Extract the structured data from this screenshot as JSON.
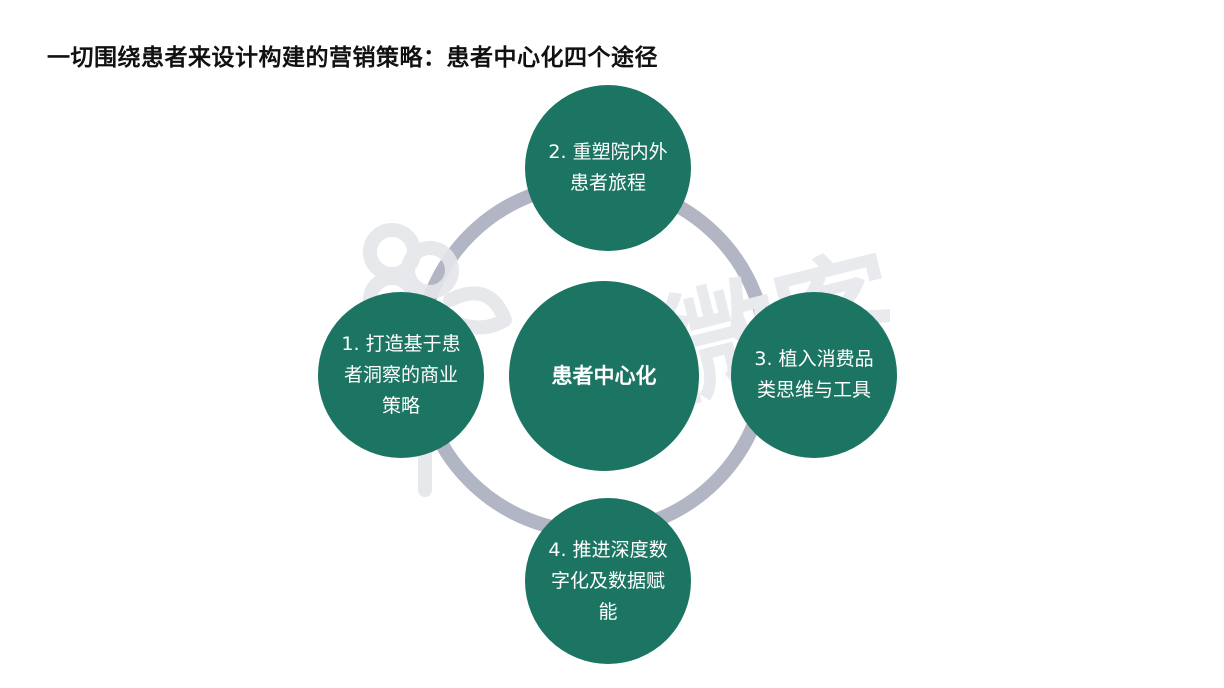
{
  "slide": {
    "title": "一切围绕患者来设计构建的营销策略：患者中心化四个途径"
  },
  "diagram": {
    "center": {
      "label": "患者中心化"
    },
    "nodes": [
      {
        "id": "top",
        "label": "2. 重塑院内外患者旅程"
      },
      {
        "id": "left",
        "label": "1. 打造基于患者洞察的商业策略"
      },
      {
        "id": "right",
        "label": "3. 植入消费品类思维与工具"
      },
      {
        "id": "bottom",
        "label": "4. 推进深度数字化及数据赋能"
      }
    ]
  },
  "watermark": {
    "text": "医微客"
  },
  "colors": {
    "node_fill": "#1c7562",
    "ring": "#b2b6c4",
    "watermark": "#e4e6ea",
    "title": "#111111"
  }
}
